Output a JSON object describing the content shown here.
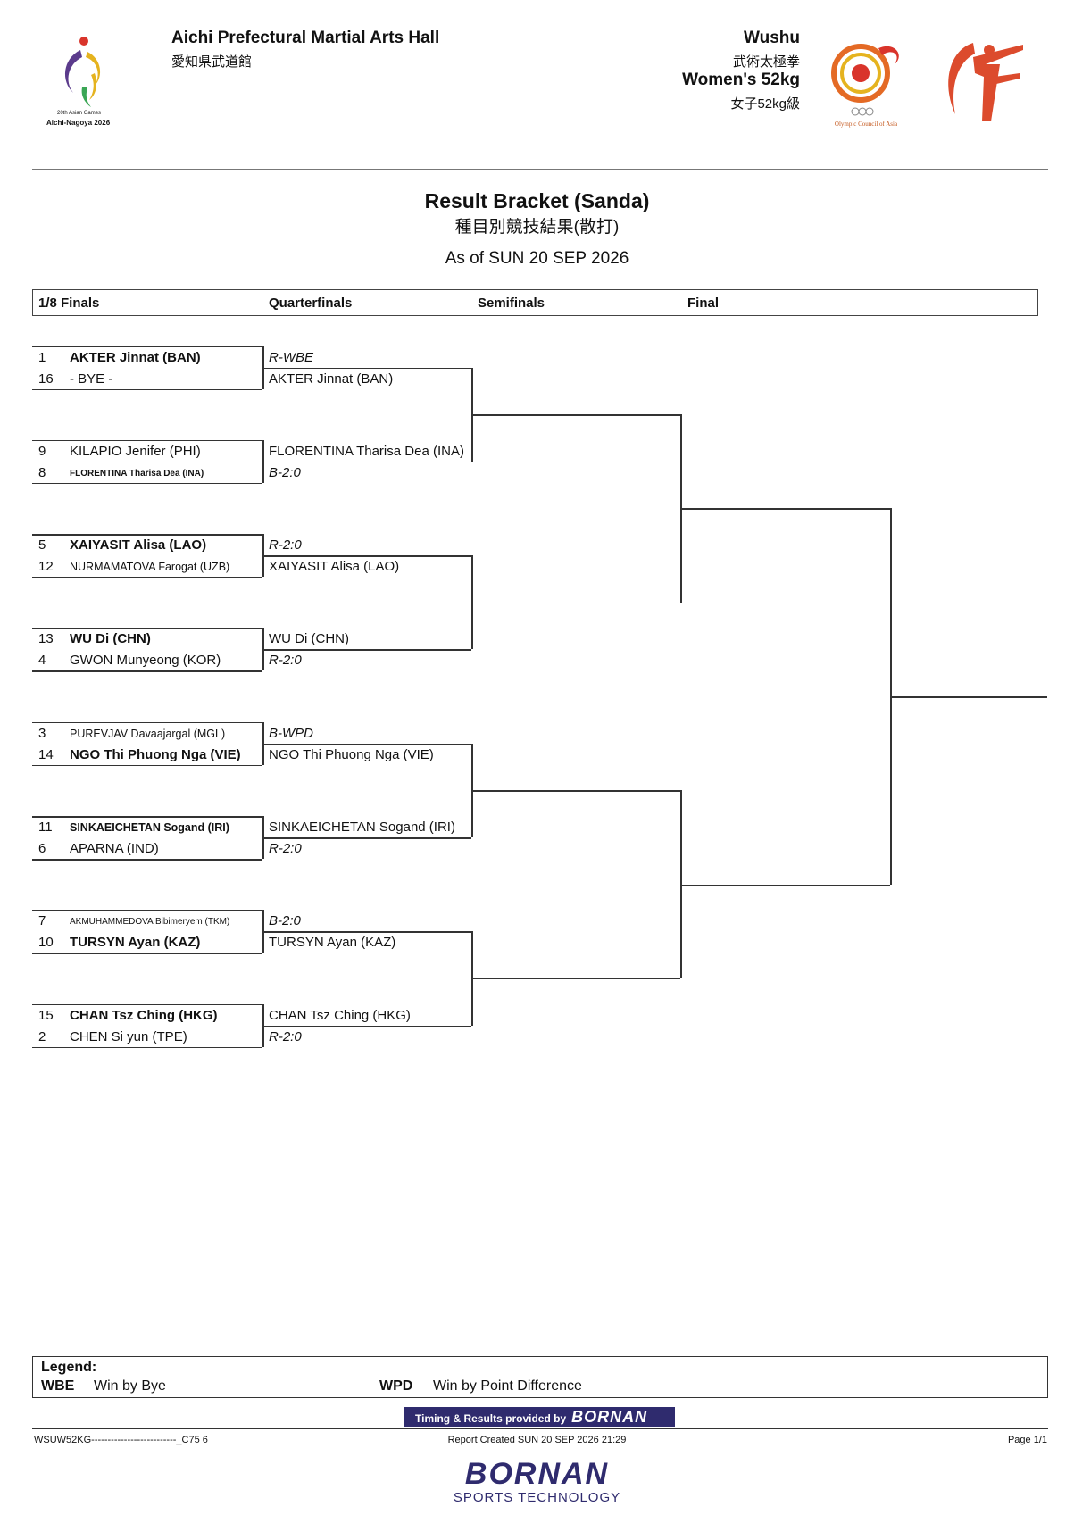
{
  "header": {
    "venue_en": "Aichi Prefectural Martial Arts Hall",
    "venue_ja": "愛知県武道館",
    "sport_en": "Wushu",
    "sport_ja": "武術太極拳",
    "event_en": "Women's 52kg",
    "event_ja": "女子52kg級",
    "games_logo_line1": "20th Asian Games",
    "games_logo_line2": "Aichi-Nagoya 2026",
    "oca_logo_text": "Olympic Council of Asia"
  },
  "report": {
    "title_en": "Result Bracket (Sanda)",
    "title_ja": "種目別競技結果(散打)",
    "as_of": "As of SUN 20 SEP 2026"
  },
  "rounds": [
    "1/8 Finals",
    "Quarterfinals",
    "Semifinals",
    "Final"
  ],
  "matches": [
    {
      "top": {
        "seed": "1",
        "name": "AKTER Jinnat (BAN)",
        "win": true
      },
      "bottom": {
        "seed": "16",
        "name": "- BYE -",
        "win": false
      }
    },
    {
      "top": {
        "seed": "9",
        "name": "KILAPIO Jenifer (PHI)",
        "win": false
      },
      "bottom": {
        "seed": "8",
        "name": "FLORENTINA Tharisa Dea (INA)",
        "win": true
      }
    },
    {
      "top": {
        "seed": "5",
        "name": "XAIYASIT Alisa (LAO)",
        "win": true
      },
      "bottom": {
        "seed": "12",
        "name": "NURMAMATOVA Farogat (UZB)",
        "win": false
      }
    },
    {
      "top": {
        "seed": "13",
        "name": "WU Di (CHN)",
        "win": true
      },
      "bottom": {
        "seed": "4",
        "name": "GWON Munyeong (KOR)",
        "win": false
      }
    },
    {
      "top": {
        "seed": "3",
        "name": "PUREVJAV Davaajargal (MGL)",
        "win": false
      },
      "bottom": {
        "seed": "14",
        "name": "NGO Thi Phuong Nga (VIE)",
        "win": true
      }
    },
    {
      "top": {
        "seed": "11",
        "name": "SINKAEICHETAN Sogand (IRI)",
        "win": true
      },
      "bottom": {
        "seed": "6",
        "name": "APARNA (IND)",
        "win": false
      }
    },
    {
      "top": {
        "seed": "7",
        "name": "AKMUHAMMEDOVA Bibimeryem (TKM)",
        "win": false
      },
      "bottom": {
        "seed": "10",
        "name": "TURSYN Ayan (KAZ)",
        "win": true
      }
    },
    {
      "top": {
        "seed": "15",
        "name": "CHAN Tsz Ching (HKG)",
        "win": true
      },
      "bottom": {
        "seed": "2",
        "name": "CHEN Si yun (TPE)",
        "win": false
      }
    }
  ],
  "quarterfinalists": [
    {
      "name": "AKTER Jinnat (BAN)",
      "result": "R-WBE"
    },
    {
      "name": "FLORENTINA Tharisa Dea (INA)",
      "result": "B-2:0"
    },
    {
      "name": "XAIYASIT Alisa (LAO)",
      "result": "R-2:0"
    },
    {
      "name": "WU Di (CHN)",
      "result": "R-2:0"
    },
    {
      "name": "NGO Thi Phuong Nga (VIE)",
      "result": "B-WPD"
    },
    {
      "name": "SINKAEICHETAN Sogand (IRI)",
      "result": "R-2:0"
    },
    {
      "name": "TURSYN Ayan (KAZ)",
      "result": "B-2:0"
    },
    {
      "name": "CHAN Tsz Ching (HKG)",
      "result": "R-2:0"
    }
  ],
  "legend": {
    "title": "Legend:",
    "items": [
      {
        "code": "WBE",
        "desc": "Win by Bye"
      },
      {
        "code": "WPD",
        "desc": "Win by Point Difference"
      }
    ]
  },
  "footer": {
    "provided_by": "Timing & Results provided by",
    "brand": "BORNAN",
    "code": "WSUW52KG--------------------------_C75 6",
    "created": "Report Created SUN 20 SEP 2026 21:29",
    "page": "Page 1/1",
    "brand_sub": "SPORTS TECHNOLOGY"
  },
  "colors": {
    "games_logo_red": "#d9342b",
    "games_logo_yellow": "#e5b31f",
    "games_logo_purple": "#5b3b8c",
    "games_logo_green": "#3aa655",
    "oca_orange": "#e46a25",
    "wushu_red": "#dc4b2d",
    "brand_navy": "#2f2b6e"
  }
}
